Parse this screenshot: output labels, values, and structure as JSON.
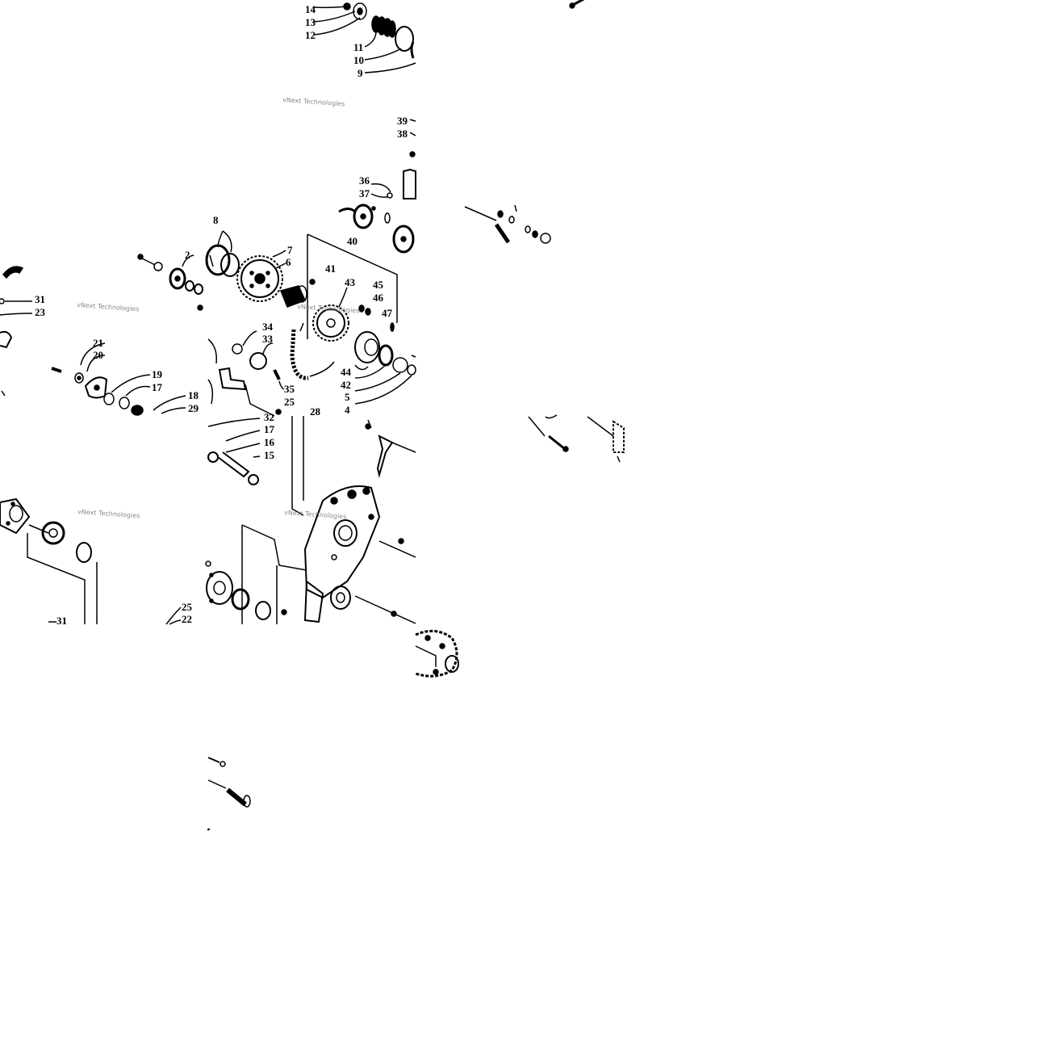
{
  "diagram": {
    "watermark": "vNext Technologies",
    "colors": {
      "ink": "#000000",
      "paper": "#ffffff",
      "watermark": "#888888"
    },
    "callouts": {
      "c14": "14",
      "c13": "13",
      "c12": "12",
      "c11": "11",
      "c10": "10",
      "c9": "9",
      "c39": "39",
      "c38": "38",
      "c36": "36",
      "c37": "37",
      "c8": "8",
      "c7": "7",
      "c6": "6",
      "c2": "2",
      "c40": "40",
      "c41": "41",
      "c43": "43",
      "c45": "45",
      "c46": "46",
      "c47": "47",
      "c31": "31",
      "c23": "23",
      "c21": "21",
      "c20": "20",
      "c19": "19",
      "c17a": "17",
      "c18": "18",
      "c29": "29",
      "c34": "34",
      "c33": "33",
      "c35": "35",
      "c25a": "25",
      "c28": "28",
      "c44": "44",
      "c42": "42",
      "c5": "5",
      "c4": "4",
      "c32": "32",
      "c17b": "17",
      "c16": "16",
      "c15": "15",
      "c25b": "25",
      "c22": "22",
      "c31b": "31"
    }
  }
}
